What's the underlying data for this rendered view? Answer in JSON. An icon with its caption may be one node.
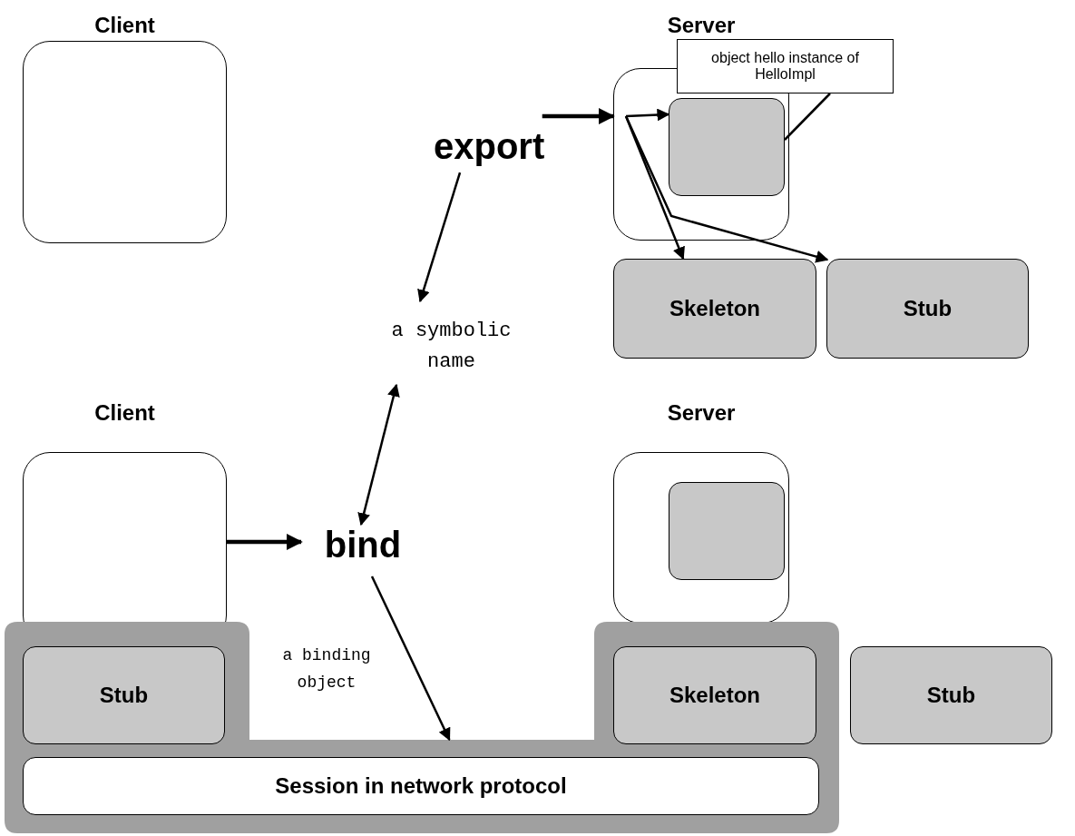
{
  "diagram": {
    "nodes": [
      {
        "text": [
          "Client"
        ]
      },
      {
        "text": [
          "Server"
        ]
      },
      {
        "text": [],
        "shape": "box",
        "in": 1
      },
      {
        "text": [
          "object hello instance of HelloImpl"
        ]
      },
      {
        "text": [
          "export"
        ]
      },
      {
        "text": [
          "Skeleton"
        ]
      },
      {
        "text": [
          "Stub"
        ]
      },
      {
        "text": [
          "a symbolic name"
        ]
      },
      {
        "text": [
          "Client"
        ]
      },
      {
        "text": [
          "bind"
        ]
      },
      {
        "text": [
          "Server"
        ]
      },
      {
        "text": [],
        "shape": "box",
        "in": 10
      },
      {
        "text": [
          "a binding object"
        ]
      },
      {
        "text": [
          "Stub"
        ],
        "in": 12
      },
      {
        "text": [
          "Skeleton"
        ],
        "in": 12
      },
      {
        "text": [
          "Session in network protocol"
        ],
        "in": 12
      },
      {
        "text": [
          "Stub"
        ]
      }
    ],
    "edges": [
      {
        "from": 3,
        "to": 2,
        "arrow": "none"
      },
      {
        "from": 4,
        "to": 1,
        "arrow": "to",
        "style": "thick"
      },
      {
        "from": 1,
        "to": 2,
        "arrow": "to"
      },
      {
        "from": 1,
        "to": 5,
        "arrow": "to"
      },
      {
        "from": 1,
        "to": 6,
        "arrow": "to"
      },
      {
        "from": 4,
        "to": 7,
        "arrow": "to"
      },
      {
        "from": 9,
        "to": 7,
        "arrow": "both"
      },
      {
        "from": 8,
        "to": 9,
        "arrow": "to",
        "style": "thick"
      },
      {
        "from": 9,
        "to": 12,
        "arrow": "to"
      }
    ]
  }
}
